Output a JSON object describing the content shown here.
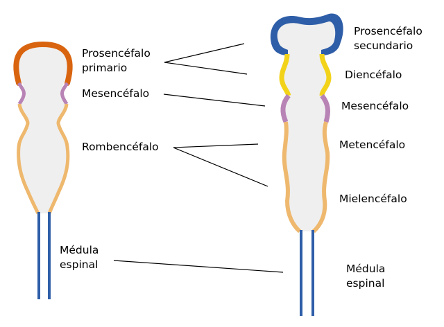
{
  "colors": {
    "background": "#ffffff",
    "tube_fill": "#efefef",
    "prosencephalon_primary": "#d9640f",
    "mesencephalon": "#b883b5",
    "rhombencephalon": "#eeb86e",
    "telencephalon": "#2f5ea8",
    "diencephalon": "#f2d319",
    "spinal_cord": "#2f5ea8",
    "leader_line": "#000000"
  },
  "left_stage": {
    "labels": {
      "prosencephalon_line1": "Prosencéfalo",
      "prosencephalon_line2": "primario",
      "mesencephalon": "Mesencéfalo",
      "rhombencephalon": "Rombencéfalo",
      "spinal_cord_line1": "Médula",
      "spinal_cord_line2": "espinal"
    }
  },
  "right_stage": {
    "labels": {
      "telencephalon_line1": "Prosencéfalo",
      "telencephalon_line2": "secundario",
      "diencephalon": "Diencéfalo",
      "mesencephalon": "Mesencéfalo",
      "metencephalon": "Metencéfalo",
      "myelencephalon": "Mielencéfalo",
      "spinal_cord_line1": "Médula",
      "spinal_cord_line2": "espinal"
    }
  }
}
